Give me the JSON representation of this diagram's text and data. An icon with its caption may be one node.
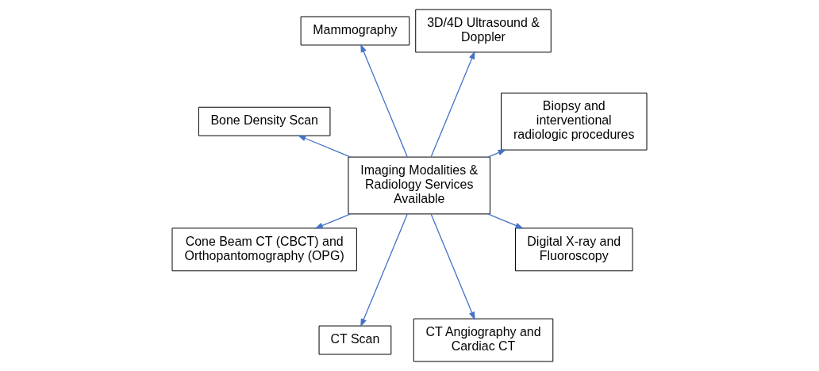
{
  "diagram": {
    "nodes": [
      {
        "text": [
          "Imaging Modalities & Radiology Services Available"
        ]
      },
      {
        "text": [
          "Biopsy and interventional radiologic procedures"
        ]
      },
      {
        "text": [
          "3D/4D Ultrasound & Doppler"
        ]
      },
      {
        "text": [
          "Mammography"
        ]
      },
      {
        "text": [
          "Bone Density Scan"
        ]
      },
      {
        "text": [
          "Cone Beam CT (CBCT) and Orthopantomography (OPG)"
        ]
      },
      {
        "text": [
          "CT Scan"
        ]
      },
      {
        "text": [
          "CT Angiography and Cardiac CT"
        ]
      },
      {
        "text": [
          "Digital X-ray and Fluoroscopy"
        ]
      }
    ],
    "edges": [
      {
        "from": 0,
        "to": 1,
        "arrow": "to"
      },
      {
        "from": 0,
        "to": 2,
        "arrow": "to"
      },
      {
        "from": 0,
        "to": 3,
        "arrow": "to"
      },
      {
        "from": 0,
        "to": 4,
        "arrow": "to"
      },
      {
        "from": 0,
        "to": 5,
        "arrow": "to"
      },
      {
        "from": 0,
        "to": 6,
        "arrow": "to"
      },
      {
        "from": 0,
        "to": 7,
        "arrow": "to"
      },
      {
        "from": 0,
        "to": 8,
        "arrow": "to"
      }
    ]
  }
}
